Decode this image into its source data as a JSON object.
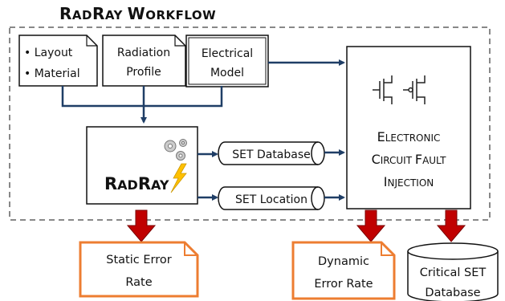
{
  "title": {
    "big1": "R",
    "small1": "AD",
    "big2": "R",
    "small2": "AY ",
    "big3": "W",
    "small3": "ORKFLOW"
  },
  "inputs": {
    "layout_material": {
      "line1": "• Layout",
      "line2": "• Material"
    },
    "radiation_profile": {
      "line1": "Radiation",
      "line2": "Profile"
    },
    "electrical_model": {
      "line1": "Electrical",
      "line2": "Model"
    }
  },
  "radray_box": {
    "big1": "R",
    "small1": "AD",
    "big2": "R",
    "small2": "AY"
  },
  "set_database": "SET Database",
  "set_location": "SET Location",
  "fault_injection": {
    "line1": {
      "big": "E",
      "small": "LECTRONIC"
    },
    "line2": {
      "big1": "C",
      "small1": "IRCUIT ",
      "big2": "F",
      "small2": "AULT"
    },
    "line3": {
      "big": "I",
      "small": "NJECTION"
    }
  },
  "outputs": {
    "static_error_rate": {
      "line1": "Static Error",
      "line2": "Rate"
    },
    "dynamic_error_rate": {
      "line1": "Dynamic",
      "line2": "Error Rate"
    },
    "critical_set_database": {
      "line1": "Critical SET",
      "line2": "Database"
    }
  },
  "colors": {
    "connector": "#1f3e66",
    "output_arrow": "#c00000",
    "output_border": "#ed7d31",
    "gear": "#bbbbbb",
    "bolt": "#ffc000"
  }
}
